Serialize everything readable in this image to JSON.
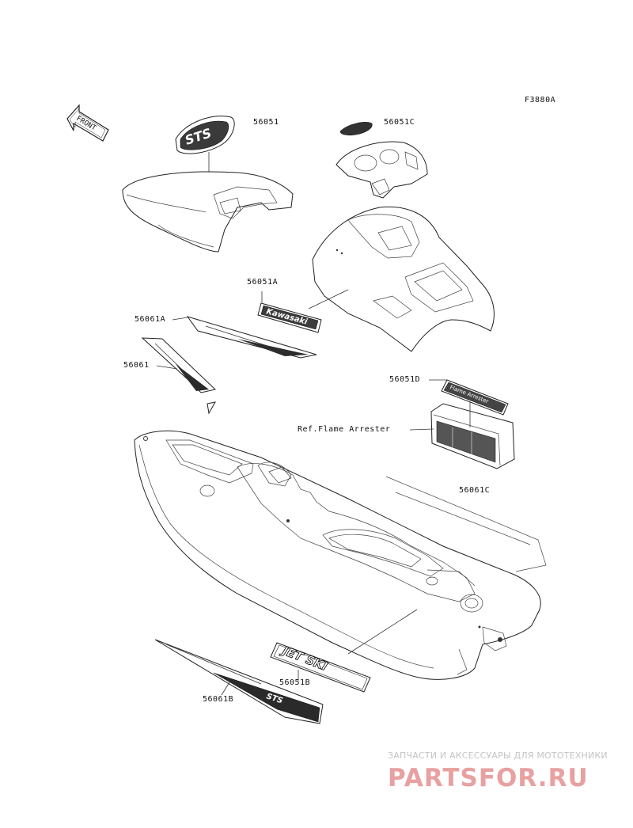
{
  "figure_code": "F3880A",
  "front_label": "FRONT",
  "parts": [
    {
      "id": "p1",
      "label": "56051"
    },
    {
      "id": "p2",
      "label": "56051C"
    },
    {
      "id": "p3",
      "label": "56051A"
    },
    {
      "id": "p4",
      "label": "56061A"
    },
    {
      "id": "p5",
      "label": "56061"
    },
    {
      "id": "p6",
      "label": "56051D"
    },
    {
      "id": "p7",
      "label": "Ref.Flame Arrester"
    },
    {
      "id": "p8",
      "label": "56061C"
    },
    {
      "id": "p9",
      "label": "56051B"
    },
    {
      "id": "p10",
      "label": "56061B"
    }
  ],
  "decal_text": {
    "model": "STS",
    "brand": "Kawasaki",
    "jetski": "JET SKI",
    "flame_arrester_decal": "Flame Arrester"
  },
  "watermark": {
    "tagline": "ЗАПЧАСТИ И АКСЕССУАРЫ ДЛЯ МОТОТЕХНИКИ",
    "logo": "PARTSFOR.RU",
    "color": "#e8a0a0"
  }
}
